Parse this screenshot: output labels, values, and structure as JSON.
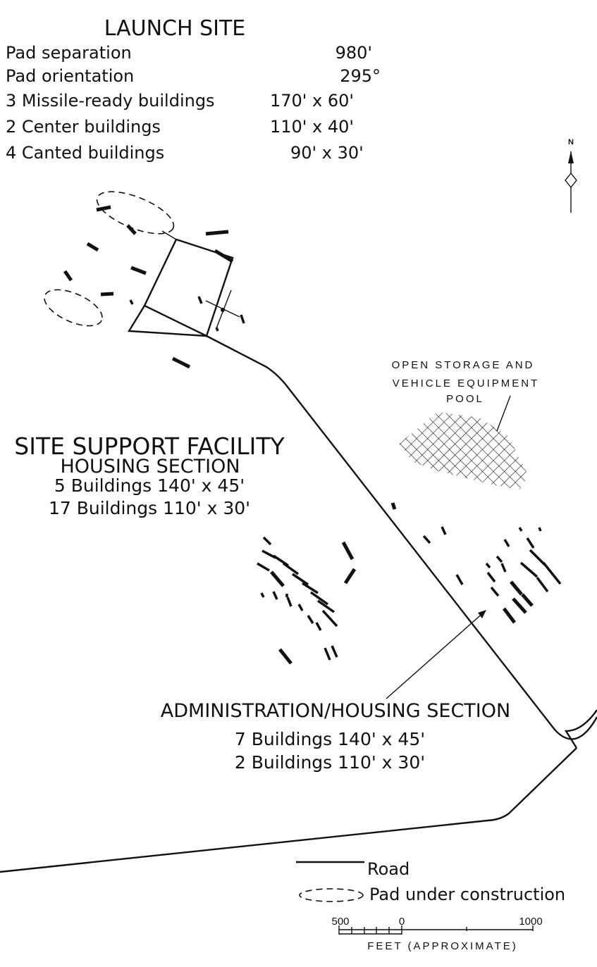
{
  "launch_site": {
    "title": "LAUNCH SITE",
    "rows": [
      {
        "label": "Pad separation",
        "value": "980'"
      },
      {
        "label": "Pad orientation",
        "value": "295°"
      },
      {
        "label": "3 Missile-ready buildings",
        "value": "170' x 60'"
      },
      {
        "label": "2 Center buildings",
        "value": "110' x 40'"
      },
      {
        "label": "4 Canted buildings",
        "value": "90' x 30'"
      }
    ]
  },
  "north_arrow": {
    "label": "N"
  },
  "open_storage": {
    "line1": "OPEN STORAGE AND",
    "line2": "VEHICLE EQUIPMENT",
    "line3": "POOL"
  },
  "site_support": {
    "title": "SITE SUPPORT FACILITY",
    "subtitle": "HOUSING SECTION",
    "line1": "5 Buildings  140' x 45'",
    "line2": "17 Buildings  110' x 30'"
  },
  "admin_housing": {
    "title": "ADMINISTRATION/HOUSING SECTION",
    "line1": "7 Buildings  140' x 45'",
    "line2": "2 Buildings  110' x 30'"
  },
  "legend": {
    "road": "Road",
    "pad": "Pad under construction"
  },
  "scale": {
    "left": "500",
    "zero": "0",
    "right": "1000",
    "caption": "FEET (APPROXIMATE)"
  }
}
